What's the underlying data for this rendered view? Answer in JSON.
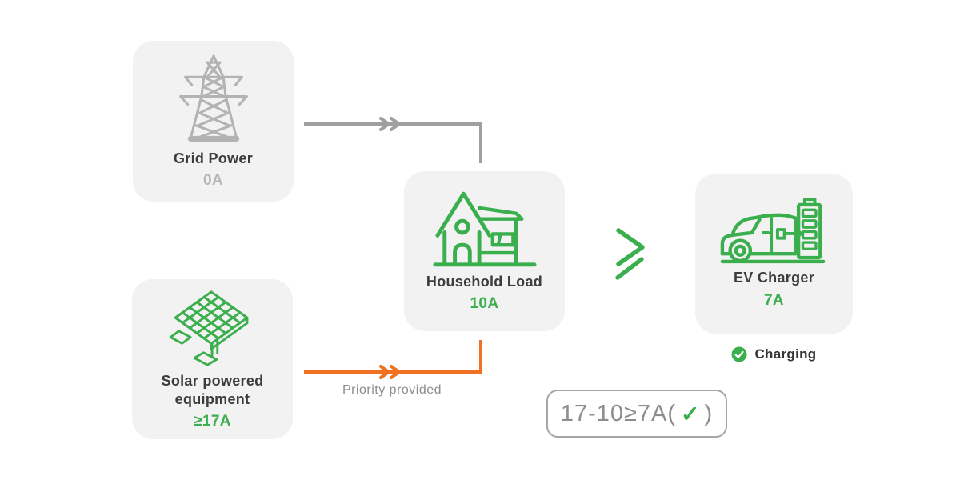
{
  "colors": {
    "green": "#3bae4e",
    "orange": "#f07122",
    "connector-gray": "#9f9f9f",
    "card-bg": "#f2f2f2",
    "title-text": "#3c3c3c",
    "muted-value": "#b6b6b6",
    "muted-text": "#8d8d8d",
    "formula-border": "#a6a6a6"
  },
  "cards": {
    "grid_power": {
      "label": "Grid Power",
      "value": "0A",
      "icon": "transmission-tower-icon"
    },
    "solar": {
      "label": "Solar powered equipment",
      "value": "≥17A",
      "icon": "solar-panel-icon"
    },
    "household": {
      "label": "Household Load",
      "value": "10A",
      "icon": "house-icon"
    },
    "ev_charger": {
      "label": "EV Charger",
      "value": "7A",
      "icon": "ev-car-charging-icon"
    }
  },
  "connectors": {
    "grid_to_household": {
      "color": "#9f9f9f"
    },
    "solar_to_household": {
      "color": "#f07122",
      "label": "Priority provided"
    }
  },
  "comparator": {
    "symbol": "≥"
  },
  "status": {
    "icon": "check-circle-icon",
    "label": "Charging"
  },
  "formula": {
    "prefix": "17-10≥7A(",
    "check": "✓",
    "suffix": ")"
  }
}
